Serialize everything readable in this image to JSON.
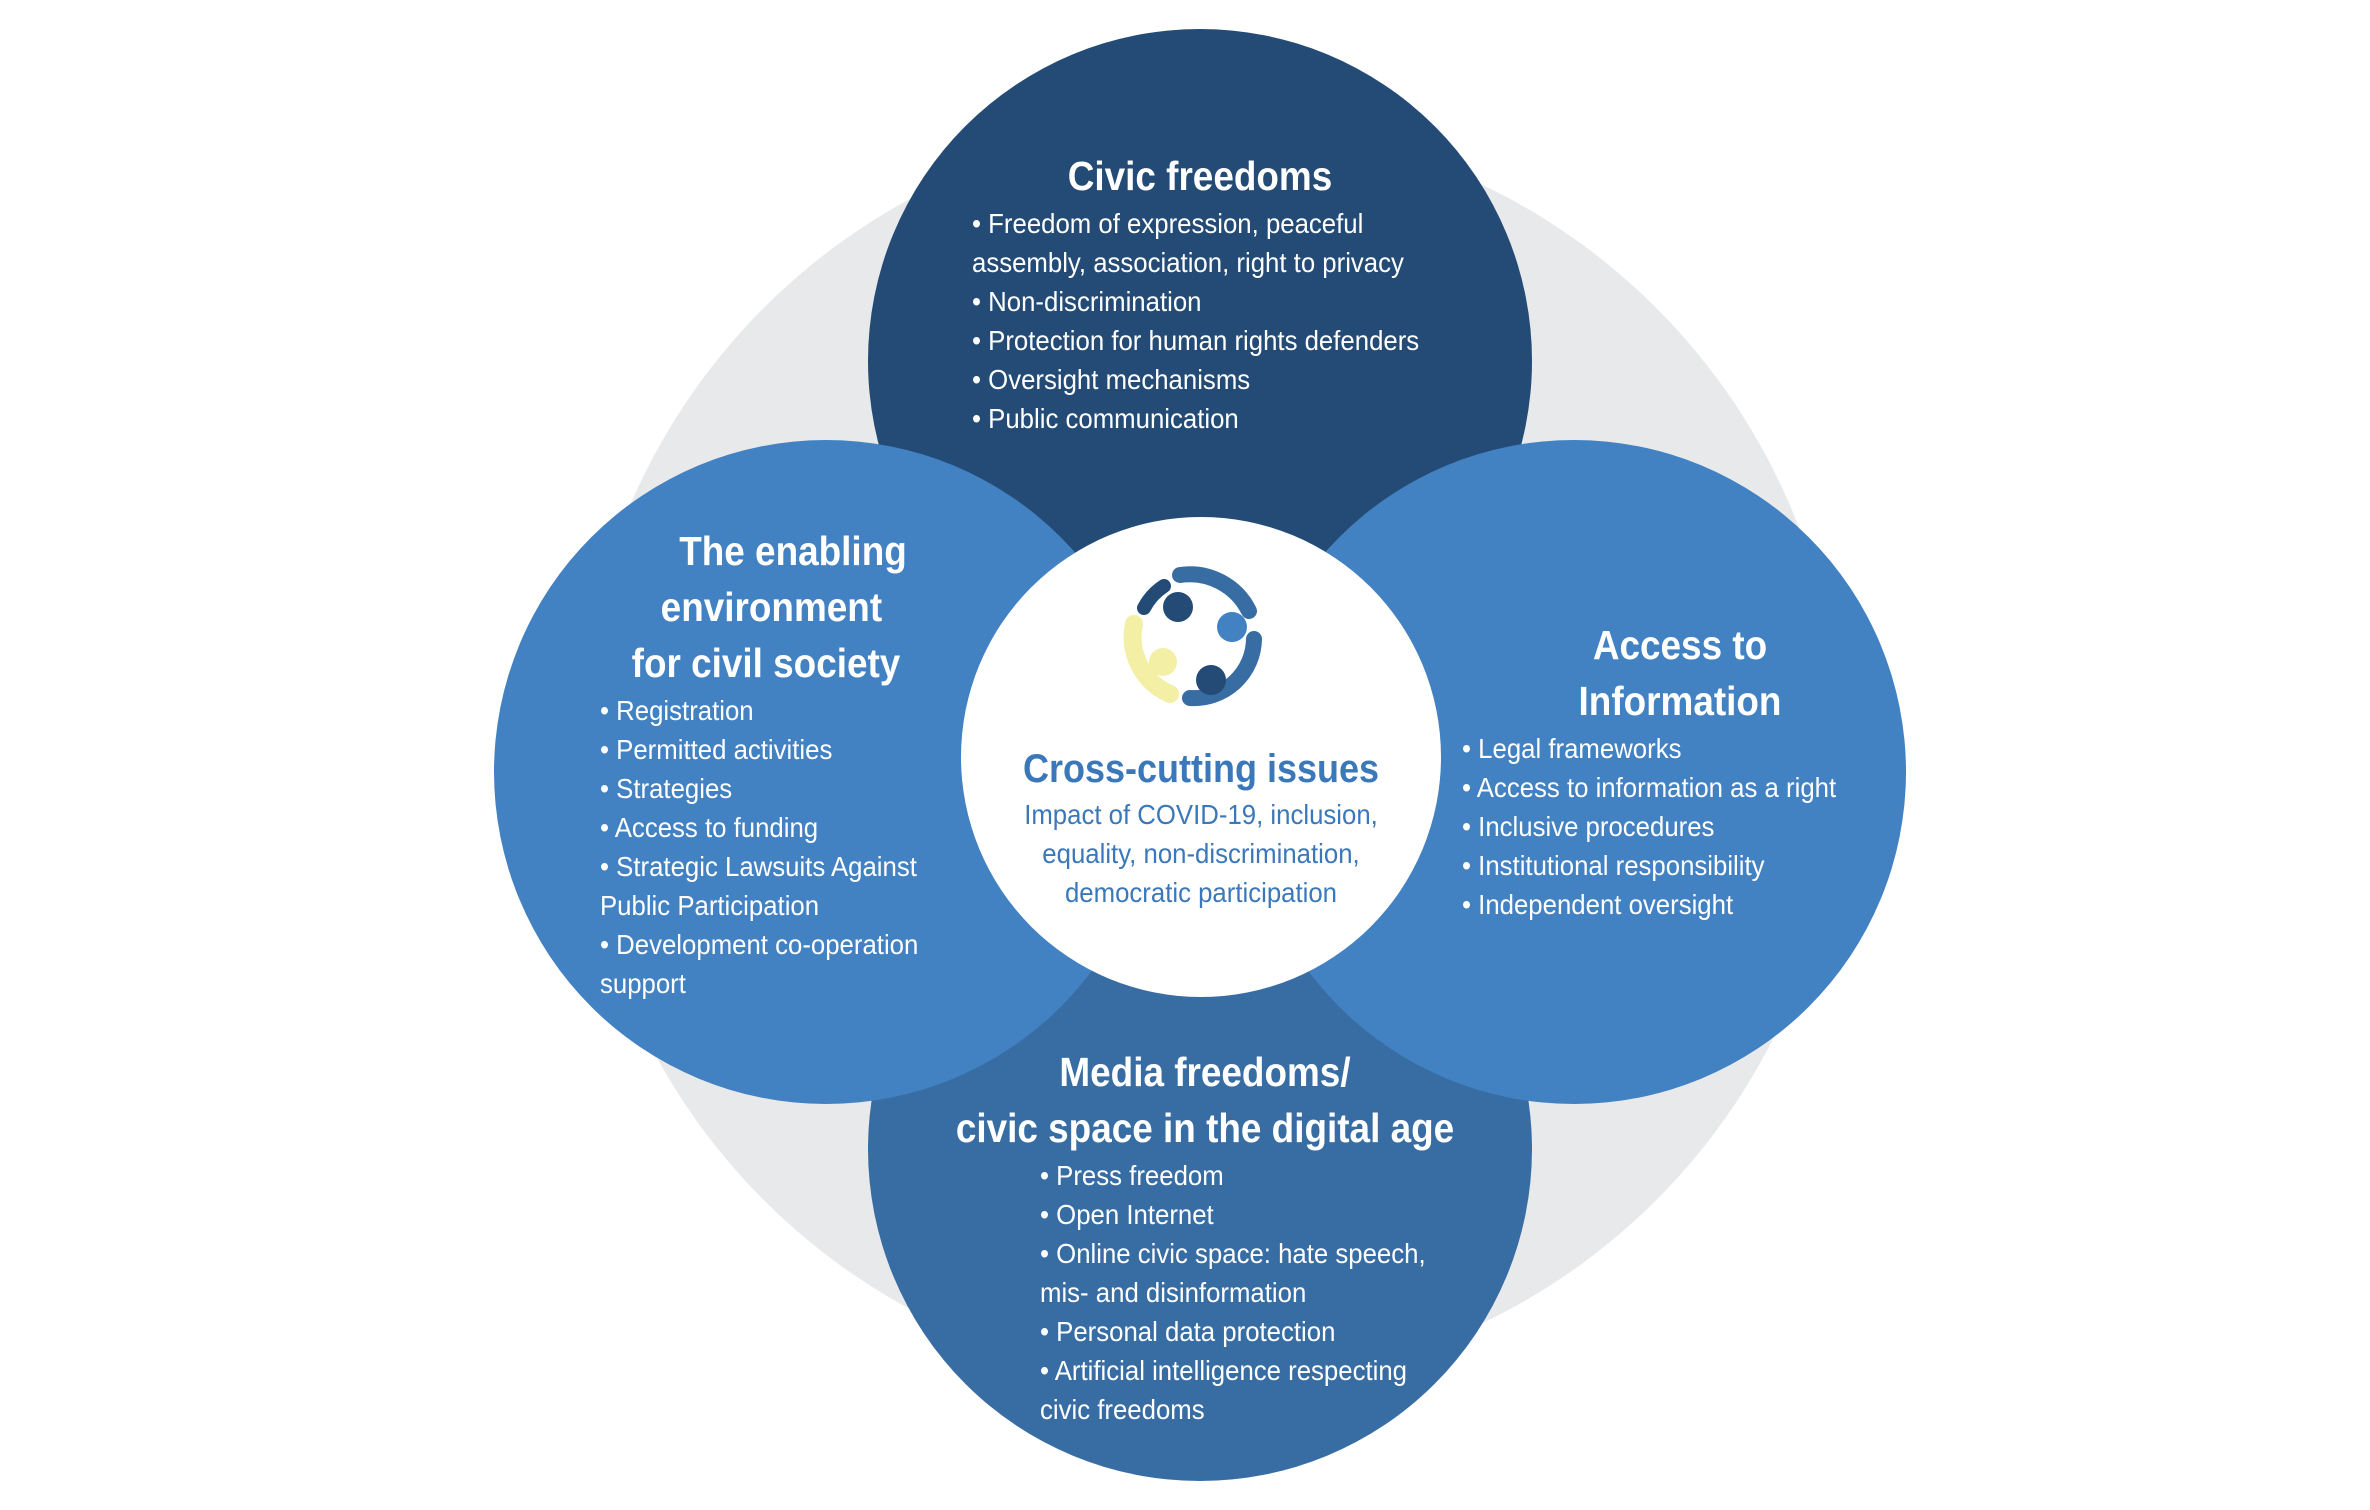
{
  "colors": {
    "top": "#234b76",
    "bottom": "#386da4",
    "side": "#4281c2",
    "background_ring": "#e8e9ea",
    "accent": "#3b78b9",
    "logo_yellow": "#f3efa5"
  },
  "icon": "people-circle-logo-icon",
  "top": {
    "title": "Civic freedoms",
    "items": [
      "• Freedom of expression, peaceful",
      "assembly, association, right to privacy",
      "• Non-discrimination",
      "• Protection for human rights defenders",
      "• Oversight mechanisms",
      "• Public communication"
    ]
  },
  "left": {
    "title_lines": [
      "The enabling",
      "environment",
      "for civil society"
    ],
    "items": [
      "• Registration",
      "• Permitted activities",
      "• Strategies",
      "• Access to funding",
      "• Strategic Lawsuits Against",
      "Public Participation",
      "• Development co-operation",
      "support"
    ]
  },
  "right": {
    "title_lines": [
      "Access to",
      "Information"
    ],
    "items": [
      "• Legal frameworks",
      "• Access to information as a right",
      "• Inclusive procedures",
      "• Institutional responsibility",
      "• Independent oversight"
    ]
  },
  "bottom": {
    "title_lines": [
      "Media freedoms/",
      "civic space in the digital age"
    ],
    "items": [
      "• Press freedom",
      "• Open Internet",
      "• Online civic space: hate speech,",
      "mis- and disinformation",
      "• Personal data protection",
      "• Artificial intelligence respecting",
      "civic freedoms"
    ]
  },
  "center": {
    "title": "Cross-cutting issues",
    "lines": [
      "Impact of COVID-19, inclusion,",
      "equality, non-discrimination,",
      "democratic participation"
    ]
  }
}
